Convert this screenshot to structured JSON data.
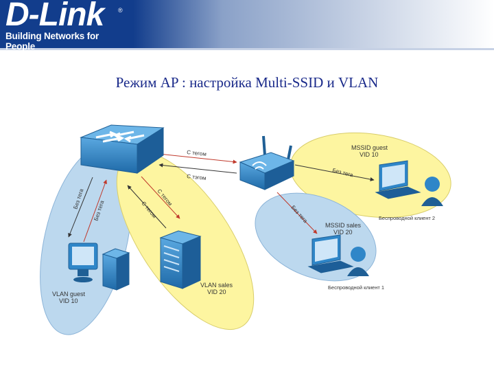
{
  "header": {
    "logo": "D-Link",
    "tagline": "Building Networks for People"
  },
  "title": "Режим AP :  настройка Multi-SSID и VLAN",
  "diagram": {
    "links": {
      "switch_to_ap_tagged": "С тегом",
      "ap_to_switch_tagged": "С тэгом",
      "switch_to_pc_untagged_1": "Без тега",
      "switch_to_pc_untagged_2": "Без тега",
      "switch_to_server_tagged_1": "С тегом",
      "switch_to_server_tagged_2": "С тегом",
      "ap_to_client2": "Без тега",
      "ap_to_client1": "Без тега"
    },
    "zones": {
      "vlan_guest": {
        "line1": "VLAN guest",
        "line2": "VID 10"
      },
      "vlan_sales": {
        "line1": "VLAN sales",
        "line2": "VID 20"
      },
      "mssid_guest": {
        "line1": "MSSID guest",
        "line2": "VID 10"
      },
      "mssid_sales": {
        "line1": "MSSID sales",
        "line2": "VID 20"
      }
    },
    "clients": {
      "client2": "Беспроводной клиент 2",
      "client1": "Беспроводной клиент 1"
    },
    "colors": {
      "blue_zone": "#bcd8ee",
      "yellow_zone": "#fdf5a0",
      "device_blue": "#2f86c8",
      "tagged_arrow": "#c0392b",
      "logo_bg": "#123d8c"
    }
  }
}
